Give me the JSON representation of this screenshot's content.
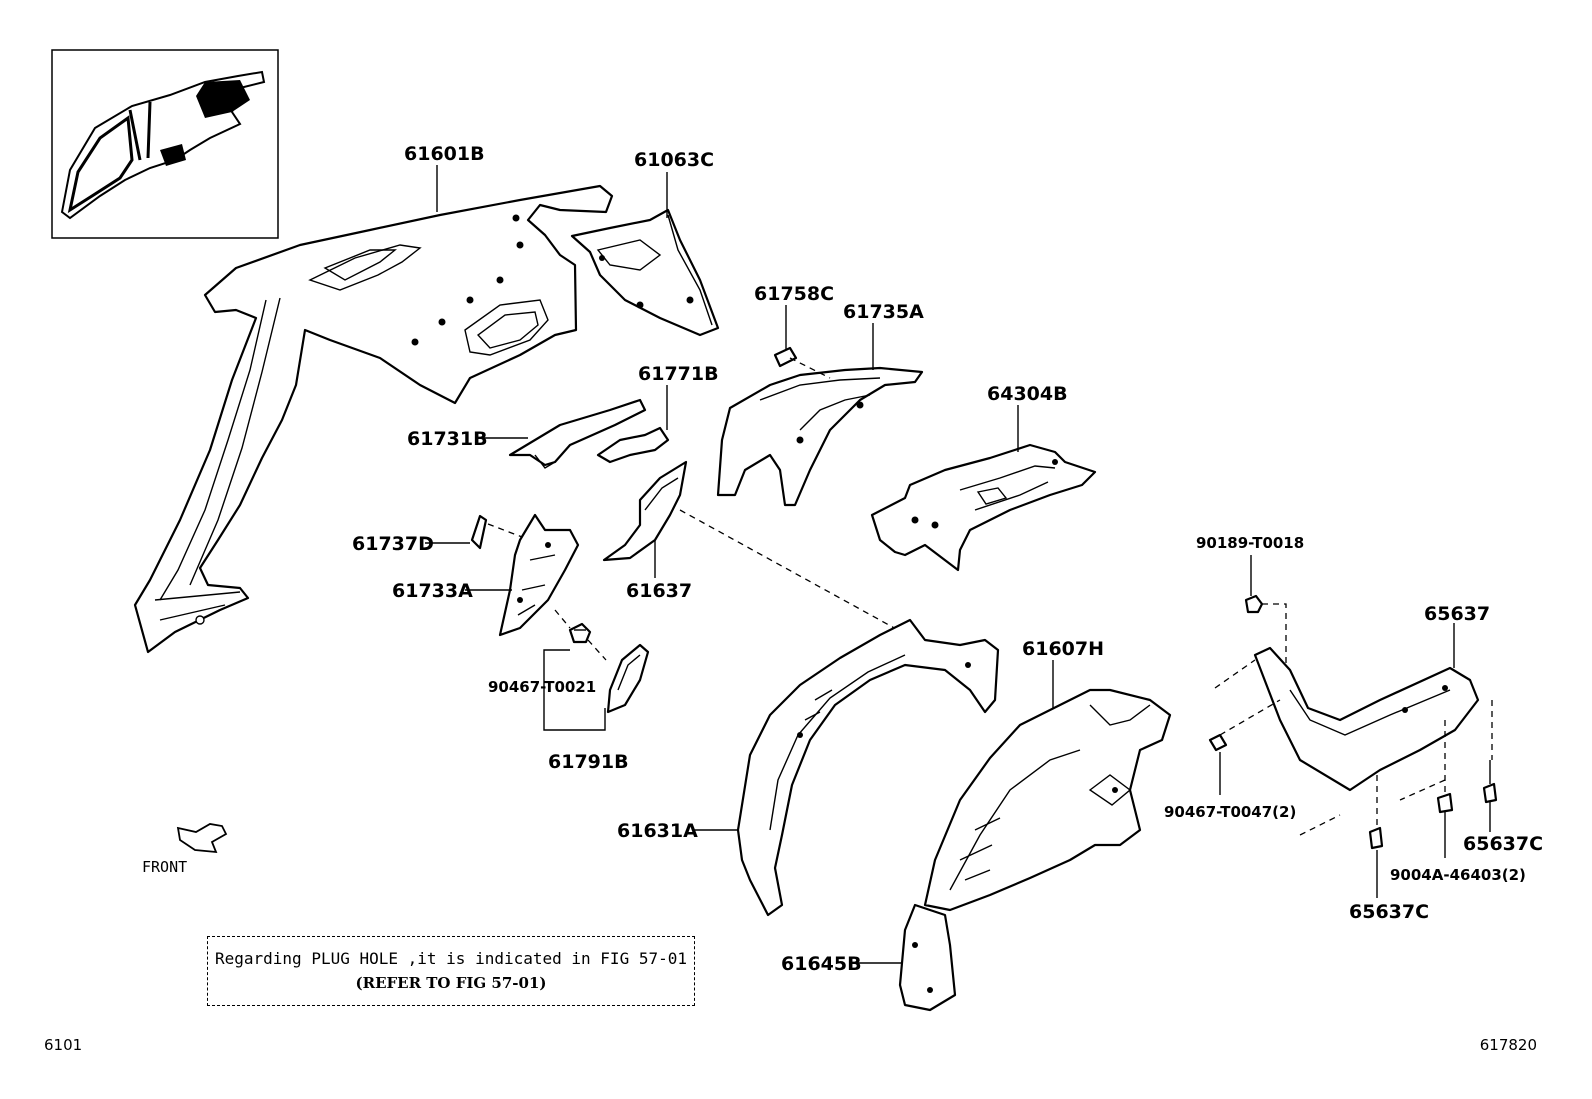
{
  "parts": {
    "p61601B": "61601B",
    "p61063C": "61063C",
    "p61758C": "61758C",
    "p61735A": "61735A",
    "p61771B": "61771B",
    "p61731B": "61731B",
    "p64304B": "64304B",
    "p61737D": "61737D",
    "p61733A": "61733A",
    "p61637": "61637",
    "p90467_T0021": "90467-T0021",
    "p61791B": "61791B",
    "p61607H": "61607H",
    "p61631A": "61631A",
    "p61645B": "61645B",
    "p90189_T0018": "90189-T0018",
    "p65637": "65637",
    "p90467_T0047": "90467-T0047(2)",
    "p65637C_a": "65637C",
    "p65637C_b": "65637C",
    "p9004A_46403": "9004A-46403(2)"
  },
  "front_label": "FRONT",
  "note": {
    "line1": "Regarding PLUG HOLE ,it is indicated in FIG 57-01",
    "line2": "(REFER TO FIG 57-01)"
  },
  "page_code": "6101",
  "figure_code": "617820",
  "icons": [
    "front-arrow-icon",
    "vehicle-thumbnail"
  ]
}
